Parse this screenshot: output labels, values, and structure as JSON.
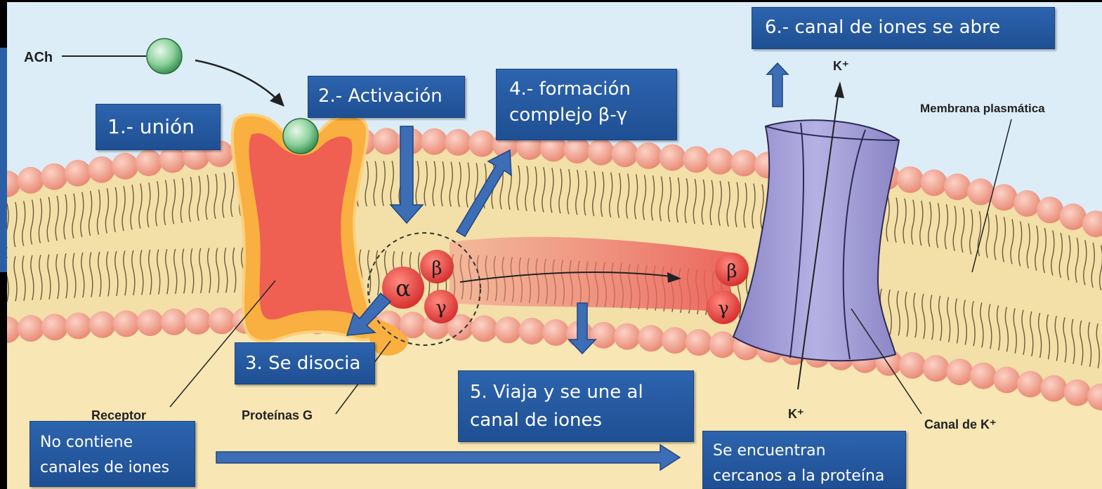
{
  "molecules": {
    "ach": "ACh",
    "alpha": "α",
    "beta": "β",
    "gamma": "γ",
    "k_top": "K⁺",
    "k_bottom": "K⁺"
  },
  "labels": {
    "membrane": "Membrana plasmática",
    "receptor": "Receptor",
    "g_proteins": "Proteínas G",
    "k_channel": "Canal de K⁺"
  },
  "steps": {
    "s1": "1.- unión",
    "s2": "2.- Activación",
    "s3": "3. Se disocia",
    "s4_line1": "4.- formación",
    "s4_line2": "complejo  β-γ",
    "s5_line1": "5. Viaja y se une al",
    "s5_line2": "canal de iones",
    "s6": "6.- canal de iones se abre"
  },
  "notes": {
    "left_line1": "No contiene",
    "left_line2": "canales de iones",
    "right_line1": "Se encuentran",
    "right_line2": "cercanos a la proteína"
  },
  "colors": {
    "box_fill": "#2a5fa8",
    "arrow_fill": "#3d6db4",
    "cytoplasm": "#f8e6b5",
    "extracellular": "#dcedf8",
    "phospholipid_head": "#f3a592",
    "receptor_fill": "#ef5f52",
    "receptor_outline": "#f9b040",
    "channel_fill": "#9d98d2",
    "subunit_fill": "#e83b38"
  }
}
